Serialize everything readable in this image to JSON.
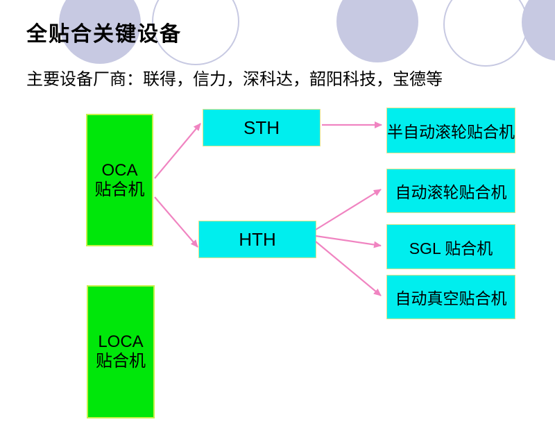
{
  "title": "全贴合关键设备",
  "subtitle": "主要设备厂商：联得，信力，深科达，韶阳科技，宝德等",
  "nodes": {
    "oca": {
      "line1": "OCA",
      "line2": "贴合机"
    },
    "loca": {
      "line1": "LOCA",
      "line2": "贴合机"
    },
    "sth": {
      "label": "STH"
    },
    "hth": {
      "label": "HTH"
    },
    "semi_auto_roller": {
      "label": "半自动滚轮贴合机"
    },
    "auto_roller": {
      "label": "自动滚轮贴合机"
    },
    "sgl": {
      "label": "SGL 贴合机"
    },
    "auto_vacuum": {
      "label": "自动真空贴合机"
    }
  },
  "edges": [
    {
      "from": "oca",
      "to": "sth"
    },
    {
      "from": "oca",
      "to": "hth"
    },
    {
      "from": "sth",
      "to": "semi_auto_roller"
    },
    {
      "from": "hth",
      "to": "auto_roller"
    },
    {
      "from": "hth",
      "to": "sgl"
    },
    {
      "from": "hth",
      "to": "auto_vacuum"
    }
  ],
  "colors": {
    "green_fill": "#00e70a",
    "green_border": "#c6f24a",
    "cyan_fill": "#00eeee",
    "cyan_border": "#e3e38a",
    "arrow": "#f084c1",
    "circle": "#c7c9e2"
  }
}
